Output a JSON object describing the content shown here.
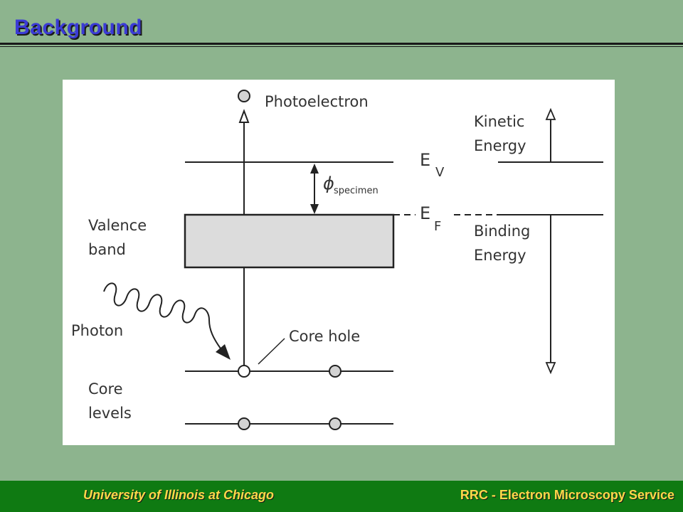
{
  "slide": {
    "title": "Background"
  },
  "diagram": {
    "labels": {
      "photoelectron": "Photoelectron",
      "kinetic": "Kinetic",
      "energy_kinetic": "Energy",
      "ev_main": "E",
      "ev_sub": "V",
      "phi": "ϕ",
      "specimen": "specimen",
      "ef_main": "E",
      "ef_sub": "F",
      "valence": "Valence",
      "band": "band",
      "binding": "Binding",
      "energy_binding": "Energy",
      "photon": "Photon",
      "core_hole": "Core hole",
      "core": "Core",
      "levels": "levels"
    }
  },
  "footer": {
    "left": "University of Illinois at Chicago",
    "right": "RRC - Electron Microscopy Service"
  }
}
